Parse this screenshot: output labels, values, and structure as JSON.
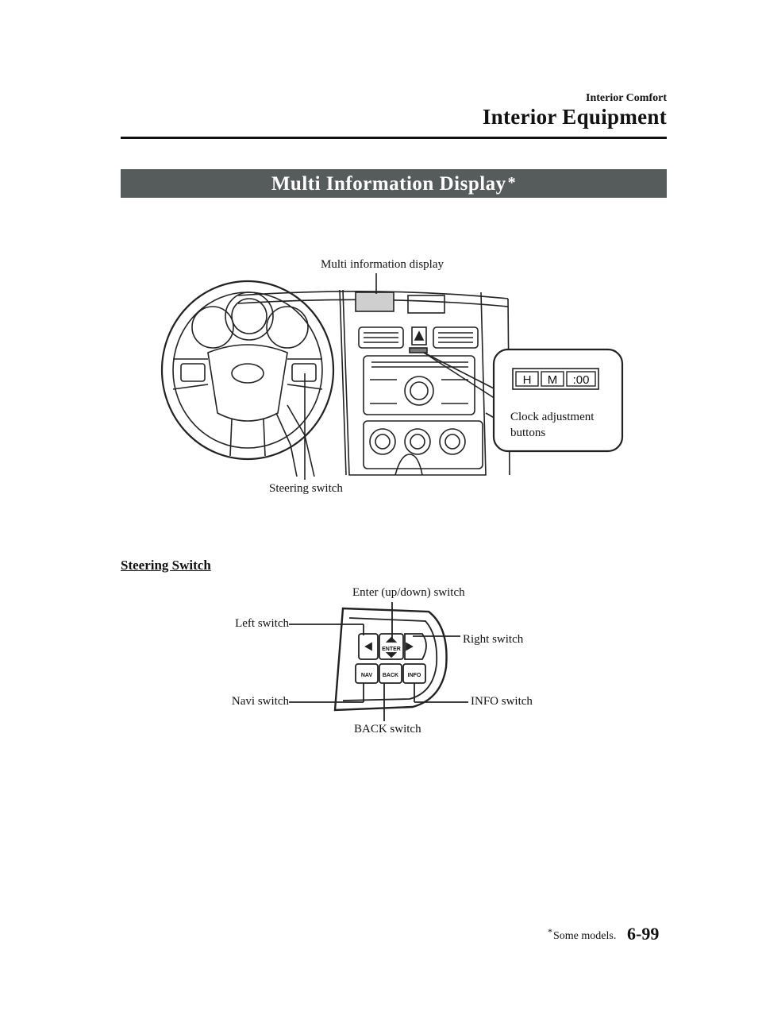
{
  "header": {
    "section": "Interior Comfort",
    "title": "Interior Equipment"
  },
  "banner": {
    "title": "Multi Information Display",
    "asterisk": "*"
  },
  "figure1": {
    "labels": {
      "multi_display": "Multi information display",
      "steering_switch": "Steering switch",
      "clock_line1": "Clock adjustment",
      "clock_line2": "buttons"
    },
    "clock_buttons": [
      "H",
      "M",
      ":00"
    ]
  },
  "subheading": "Steering Switch",
  "figure2": {
    "labels": {
      "enter": "Enter (up/down) switch",
      "left": "Left switch",
      "right": "Right switch",
      "navi": "Navi switch",
      "info": "INFO switch",
      "back": "BACK switch"
    },
    "button_text": {
      "enter": "ENTER",
      "nav": "NAV",
      "back": "BACK",
      "info": "INFO"
    }
  },
  "footer": {
    "footnote_star": "*",
    "footnote": "Some models.",
    "page": "6-99"
  }
}
